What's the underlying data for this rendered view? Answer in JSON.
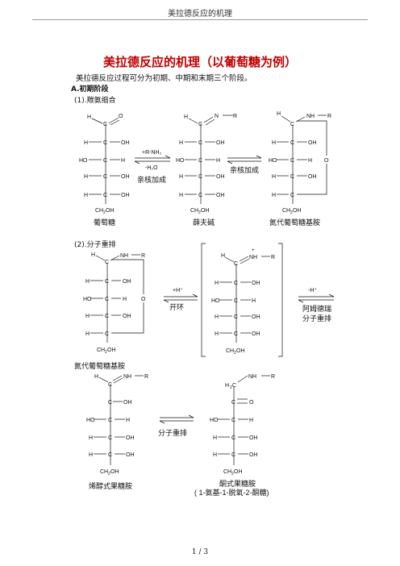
{
  "header": {
    "text": "美拉德反应的机理"
  },
  "title": "美拉德反应的机理（以葡萄糖为例）",
  "intro": "美拉德反应过程可分为初期、中期和末期三个阶段。",
  "section_a": "A.初期阶段",
  "step1": "(1).羰氨缩合",
  "step2": "(2).分子重排",
  "labels": {
    "glucose": "葡萄糖",
    "schiff": "薛夫碱",
    "nglucosylamine": "氮代葡萄糖基胺",
    "nglucosylamine2": "氮代葡萄糖基胺",
    "enol": "烯醇式果糖胺",
    "keto": "酮式果糖胺",
    "keto_sub": "( 1-氨基-1-脱氧-2-酮糖)"
  },
  "arrows": {
    "r1_top": "+R-NH₂",
    "r1_bottom": "-H₂O",
    "r1_label": "亲核加成",
    "r2_label": "亲核加成",
    "r3_top": "+H⁺",
    "r3_label": "开环",
    "r4_top": "-H⁺",
    "r4_label1": "阿姆德瑞",
    "r4_label2": "分子重排",
    "r5_label": "分子重排"
  },
  "page": "1 / 3"
}
